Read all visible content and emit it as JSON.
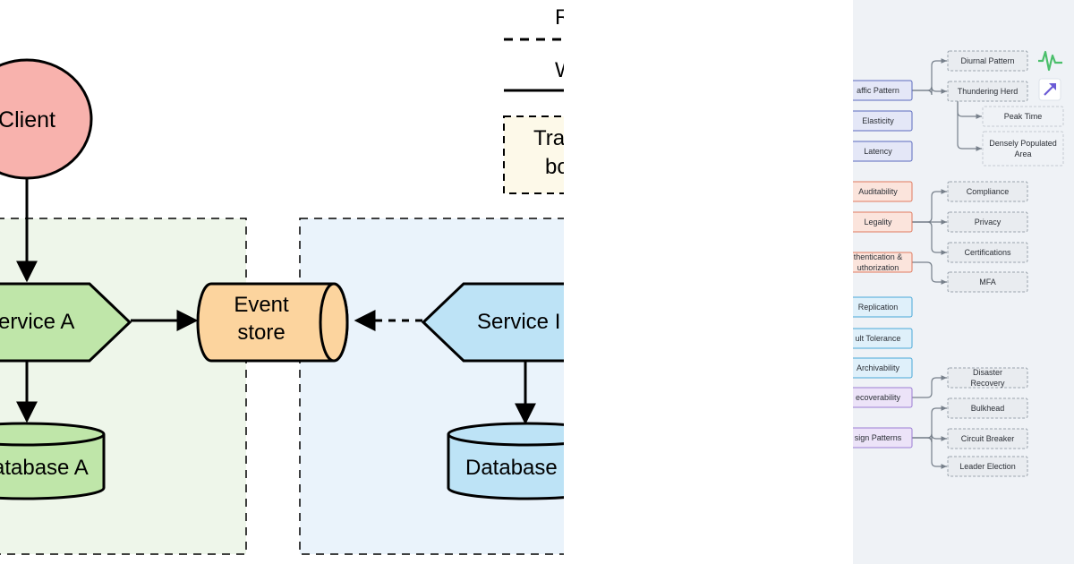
{
  "arch": {
    "legend": {
      "dashed_label": "R",
      "solid_label": "W",
      "box_label_line1": "Tra",
      "box_label_line2": "bo"
    },
    "client": "Client",
    "service_a": "ervice A",
    "event_store_line1": "Event",
    "event_store_line2": "store",
    "service_b": "Service I",
    "database_a": "atabase A",
    "database_b": "Database"
  },
  "tree": {
    "groups": [
      {
        "name": "traffic",
        "color": "#5b6bbf",
        "nodes": [
          {
            "label": "affic Pattern",
            "children": [
              {
                "label": "Diurnal Pattern"
              },
              {
                "label": "Thundering Herd",
                "children": [
                  {
                    "label": "Peak Time"
                  },
                  {
                    "label": "Densely Populated Area"
                  }
                ]
              }
            ]
          },
          {
            "label": "Elasticity"
          },
          {
            "label": "Latency"
          }
        ]
      },
      {
        "name": "security",
        "color": "#e07a5f",
        "nodes": [
          {
            "label": "Auditability"
          },
          {
            "label": "Legality",
            "children": [
              {
                "label": "Compliance"
              },
              {
                "label": "Privacy"
              },
              {
                "label": "Certifications"
              }
            ]
          },
          {
            "label": "thentication & uthorization",
            "children": [
              {
                "label": "MFA"
              }
            ]
          }
        ]
      },
      {
        "name": "reliability",
        "color": "#4aa8d8",
        "nodes": [
          {
            "label": "Replication"
          },
          {
            "label": "ult Tolerance"
          },
          {
            "label": "Archivability"
          }
        ]
      },
      {
        "name": "recovery",
        "color": "#9b7ed4",
        "nodes": [
          {
            "label": "ecoverability",
            "children": [
              {
                "label": "Disaster Recovery"
              }
            ]
          },
          {
            "label": "sign Patterns",
            "children": [
              {
                "label": "Bulkhead"
              },
              {
                "label": "Circuit Breaker"
              },
              {
                "label": "Leader Election"
              }
            ]
          }
        ]
      }
    ],
    "icons": [
      "pulse-icon",
      "trend-arrow-icon"
    ]
  }
}
